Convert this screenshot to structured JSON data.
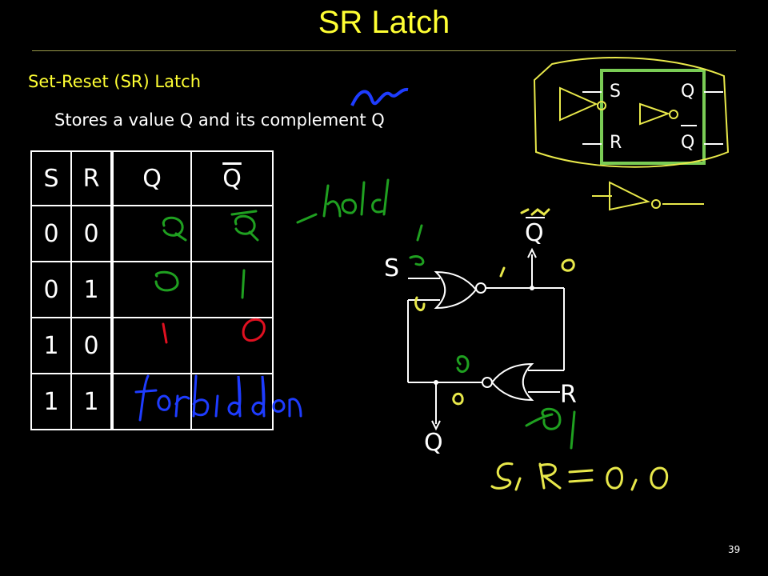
{
  "slide": {
    "title": "SR Latch",
    "bullet1": "Set-Reset (SR) Latch",
    "bullet2": "Stores a value Q and its complement Q",
    "page_number": "39"
  },
  "truth_table": {
    "headers": [
      "S",
      "R",
      "Q",
      "Q"
    ],
    "rows": [
      [
        "0",
        "0"
      ],
      [
        "0",
        "1"
      ],
      [
        "1",
        "0"
      ],
      [
        "1",
        "1"
      ]
    ]
  },
  "circuit": {
    "s_label": "S",
    "r_label": "R",
    "q_top_label": "Q",
    "q_bottom_label": "Q"
  },
  "symbol": {
    "s_label": "S",
    "r_label": "R",
    "q_label": "Q",
    "qbar_label": "Q"
  },
  "colors": {
    "title": "#ffff33",
    "ink_green": "#1fa020",
    "ink_red": "#e01020",
    "ink_blue": "#1e3cff",
    "ink_yellow": "#e8e84a",
    "symbol_border": "#7acc55"
  }
}
